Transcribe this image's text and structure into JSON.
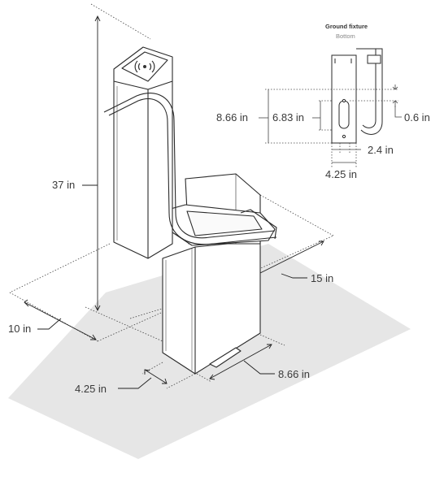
{
  "detail": {
    "title": "Ground fixture",
    "subtitle": "Bottom"
  },
  "dimensions": {
    "height": "37 in",
    "depth": "15 in",
    "width": "10 in",
    "base_depth": "8.66 in",
    "base_width": "4.25 in"
  },
  "fixture_dimensions": {
    "height_total": "8.66 in",
    "height_inner": "6.83 in",
    "hole_diameter": "0.6 in",
    "slot_width": "2.4 in",
    "plate_width": "4.25 in"
  },
  "colors": {
    "floor": "#e5e5e5",
    "line": "#2a2a2a",
    "fill": "#ffffff"
  },
  "icons": {
    "reader": "contactless-reader-icon"
  }
}
